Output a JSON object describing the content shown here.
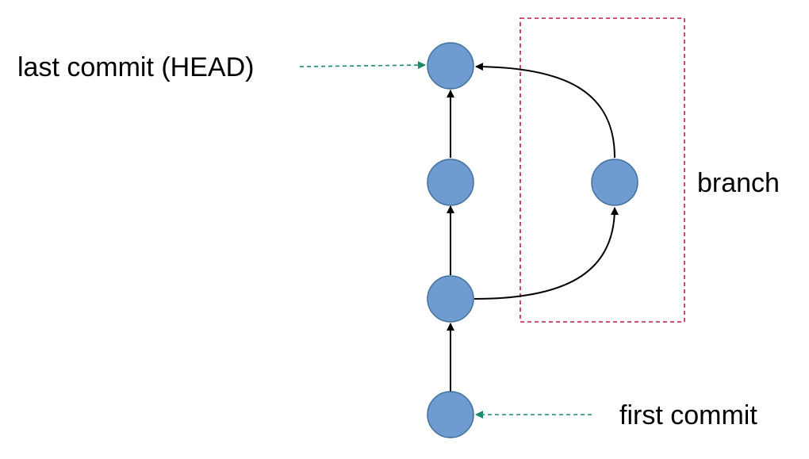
{
  "labels": {
    "head": "last commit (HEAD)",
    "branch": "branch",
    "first": "first commit"
  },
  "colors": {
    "node_fill": "#6f9bd0",
    "node_stroke": "#41719c",
    "edge": "#000000",
    "pointer": "#1a8a6e",
    "branch_box": "#c0184a"
  }
}
